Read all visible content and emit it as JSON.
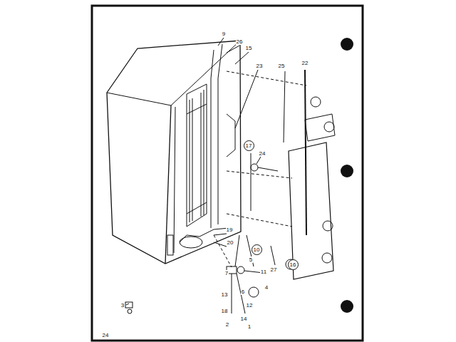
{
  "diagram": {
    "nodes": [
      {
        "text": [
          "17"
        ]
      },
      {
        "text": [
          "10"
        ]
      },
      {
        "text": [
          "16"
        ]
      }
    ],
    "labels": [
      "9",
      "26",
      "15",
      "23",
      "25",
      "22",
      "24",
      "19",
      "20",
      "5",
      "27",
      "7",
      "11",
      "4",
      "6",
      "12",
      "13",
      "18",
      "2",
      "14",
      "1",
      "3",
      "24"
    ]
  }
}
